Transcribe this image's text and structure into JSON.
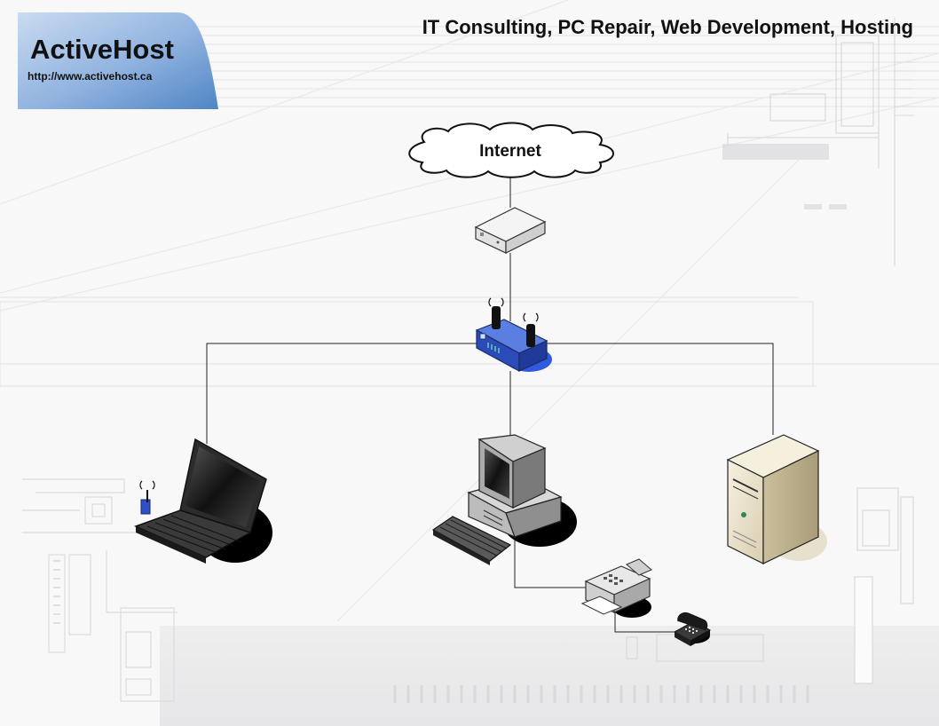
{
  "brand": {
    "name": "ActiveHost",
    "url": "http://www.activehost.ca"
  },
  "tagline": "IT Consulting, PC Repair, Web Development, Hosting",
  "diagram": {
    "cloud_label": "Internet",
    "nodes": [
      {
        "id": "internet",
        "icon": "cloud-icon"
      },
      {
        "id": "modem",
        "icon": "modem-icon"
      },
      {
        "id": "router",
        "icon": "wireless-router-icon"
      },
      {
        "id": "laptop",
        "icon": "laptop-icon"
      },
      {
        "id": "desktop",
        "icon": "desktop-computer-icon"
      },
      {
        "id": "server",
        "icon": "tower-server-icon"
      },
      {
        "id": "fax",
        "icon": "fax-machine-icon"
      },
      {
        "id": "phone",
        "icon": "telephone-icon"
      }
    ],
    "links": [
      [
        "internet",
        "modem"
      ],
      [
        "modem",
        "router"
      ],
      [
        "router",
        "laptop"
      ],
      [
        "router",
        "desktop"
      ],
      [
        "router",
        "server"
      ],
      [
        "desktop",
        "fax"
      ],
      [
        "fax",
        "phone"
      ]
    ]
  },
  "colors": {
    "brand_box_top": "#a9c4e6",
    "brand_box_bottom": "#5b8cc6",
    "router_blue": "#3b63d6",
    "line": "#222222"
  }
}
